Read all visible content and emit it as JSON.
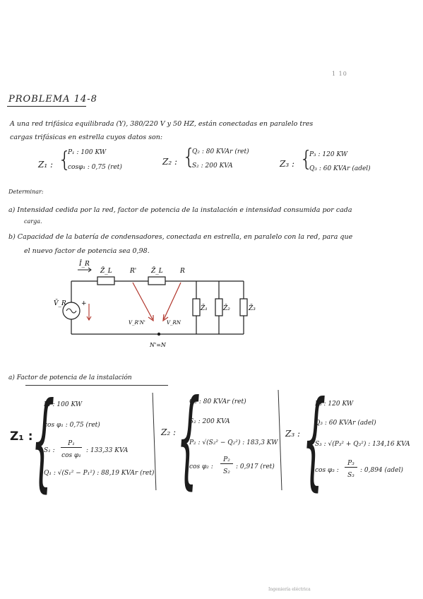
{
  "header": {
    "page_mark": "1 10"
  },
  "problem": {
    "title": "PROBLEMA 14-8"
  },
  "statement": {
    "line1": "A una red trifásica equilibrada (Y), 380/220 V y 50 HZ, están conectadas en paralelo tres",
    "line2": "cargas trifásicas en estrella cuyos datos son:"
  },
  "loads": {
    "z1": {
      "name": "Z₁ :",
      "l1": "P₁ : 100 KW",
      "l2": "cosφ₁ : 0,75 (ret)"
    },
    "z2": {
      "name": "Z₂ :",
      "l1": "Q₂ : 80 KVAr (ret)",
      "l2": "S₂ : 200 KVA"
    },
    "z3": {
      "name": "Z₃ :",
      "l1": "P₃ : 120 KW",
      "l2": "Q₃ : 60 KVAr (adel)"
    }
  },
  "tasks": {
    "intro": "Determinar:",
    "a1": "a) Intensidad cedida por la red, factor de potencia de la instalación e intensidad consumida por cada",
    "a2": "carga.",
    "b1": "b) Capacidad de la batería de condensadores, conectada en estrella, en paralelo con la red, para que",
    "b2": "el nuevo factor de potencia sea 0,98."
  },
  "circuit": {
    "ir": "Ī_R",
    "zl1": "Z̄_L",
    "rp": "R'",
    "zl2": "Z̄_L",
    "r": "R",
    "vr": "V̄_R",
    "plus": "+",
    "vrn": "V_R'N'",
    "vrn2": "V_RN",
    "z1": "Z̄₁",
    "z2": "Z̄₂",
    "z3": "Z̄₃",
    "node": "N'=N"
  },
  "solution": {
    "heading": "a) Factor de potencia de la instalación",
    "z1": {
      "name": "Z₁ :",
      "l1": "P₁ : 100 KW",
      "l2": "cos φ₁ : 0,75 (ret)",
      "l3a": "S₁ :",
      "l3num": "P₁",
      "l3den": "cos φ₁",
      "l3res": ": 133,33 KVA",
      "l4": "Q₁ : √(S₁² − P₁²) : 88,19 KVAr (ret)"
    },
    "z2": {
      "name": "Z₂ :",
      "l1": "Q₂ : 80 KVAr (ret)",
      "l2": "S₂ : 200 KVA",
      "l3": "P₂ : √(S₂² − Q₂²) : 183,3 KW",
      "l4a": "cos φ₂ :",
      "l4num": "P₂",
      "l4den": "S₂",
      "l4res": ": 0,917 (ret)"
    },
    "z3": {
      "name": "Z₃ :",
      "l1": "P₃ : 120 KW",
      "l2": "Q₃ : 60 KVAr (adel)",
      "l3": "S₃ : √(P₃² + Q₃²) : 134,16 KVA",
      "l4a": "cos φ₃ :",
      "l4num": "P₃",
      "l4den": "S₃",
      "l4res": ": 0,894 (adel)"
    }
  },
  "footer": {
    "text": "Ingeniería eléctrica"
  },
  "colors": {
    "ink": "#1c1c1c",
    "arrow": "#b0342a"
  }
}
